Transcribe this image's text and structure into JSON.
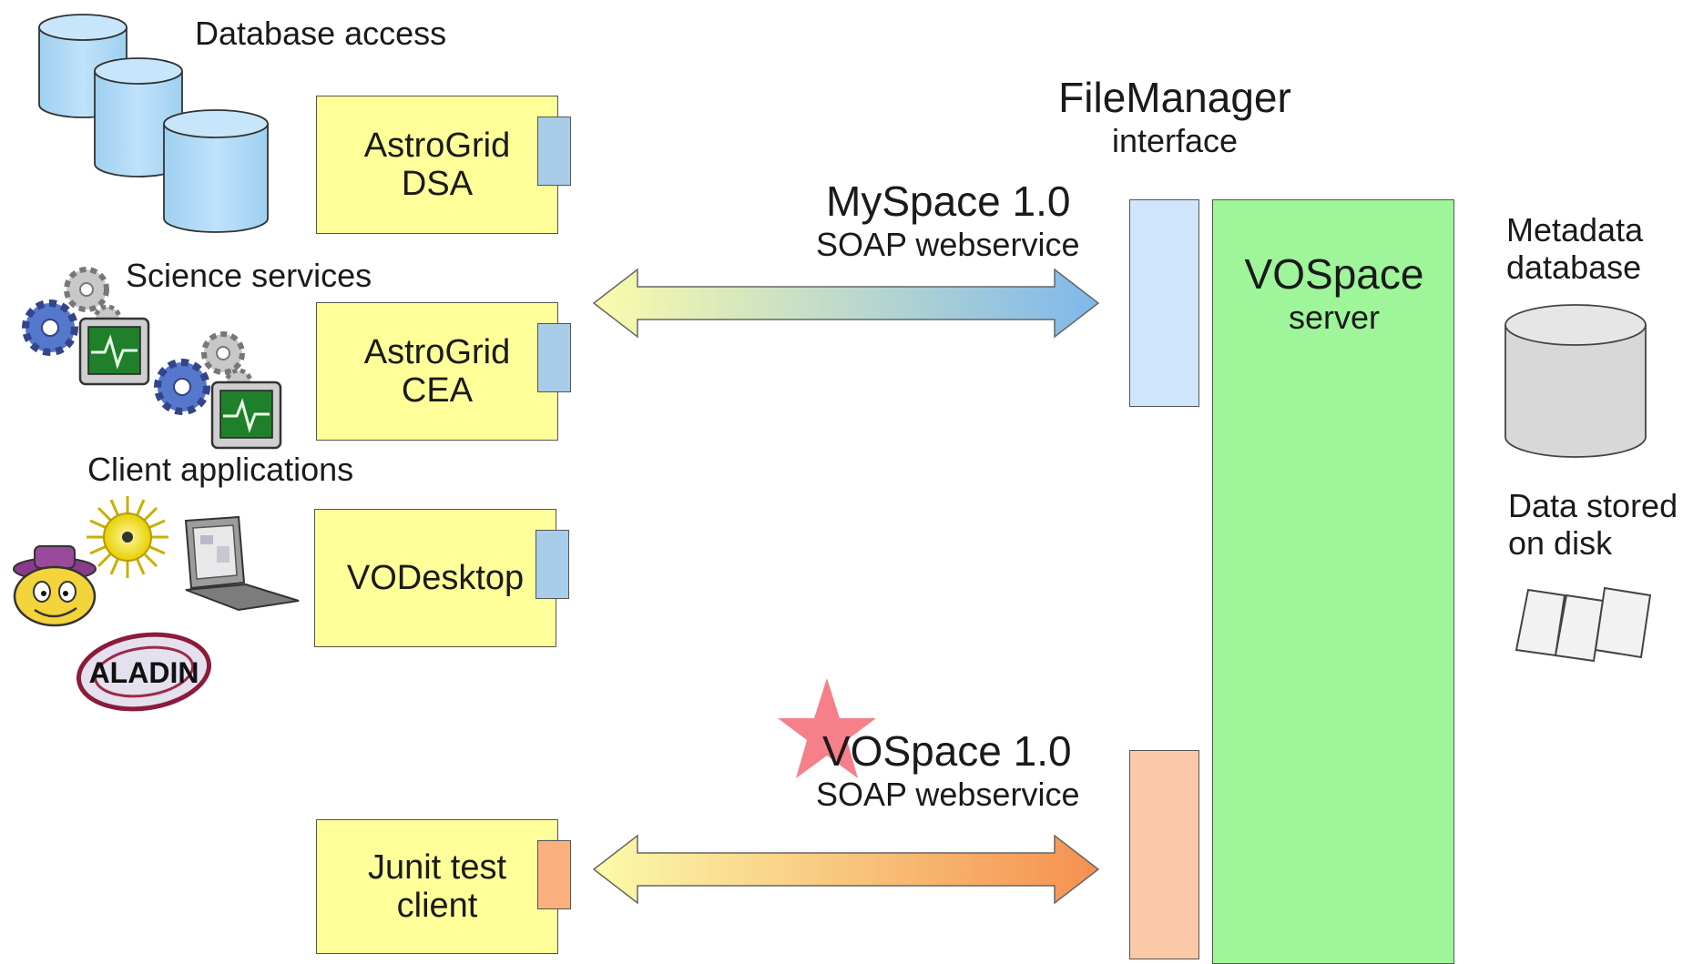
{
  "labels": {
    "database_access": "Database access",
    "science_services": "Science services",
    "client_applications": "Client applications",
    "filemanager_title": "FileManager",
    "filemanager_sub": "interface",
    "myspace_title": "MySpace 1.0",
    "myspace_sub": "SOAP webservice",
    "vospace_iface_title": "VOSpace 1.0",
    "vospace_iface_sub": "SOAP webservice",
    "server_title": "VOSpace",
    "server_sub": "server",
    "metadata_line1": "Metadata",
    "metadata_line2": "database",
    "disk_line1": "Data stored",
    "disk_line2": "on disk",
    "aladin_logo": "ALADIN"
  },
  "boxes": {
    "dsa_line1": "AstroGrid",
    "dsa_line2": "DSA",
    "cea_line1": "AstroGrid",
    "cea_line2": "CEA",
    "vodesktop": "VODesktop",
    "junit_line1": "Junit test",
    "junit_line2": "client"
  },
  "colors": {
    "component_box": "#ffff99",
    "filemanager_port": "#cfe5fb",
    "vospace_port": "#fbc9a8",
    "server": "#9ef59a",
    "myspace_arrow_start": "#fbfbaa",
    "myspace_arrow_end": "#7fb8ec",
    "vospace_arrow_start": "#fbfbaa",
    "vospace_arrow_end": "#f59050",
    "star": "#f5808a"
  },
  "icons": [
    "database-cylinder-icon",
    "gears-monitor-icon",
    "laptop-icon",
    "sun-icon",
    "cat-mascot-icon",
    "document-stack-icon",
    "star-icon"
  ]
}
